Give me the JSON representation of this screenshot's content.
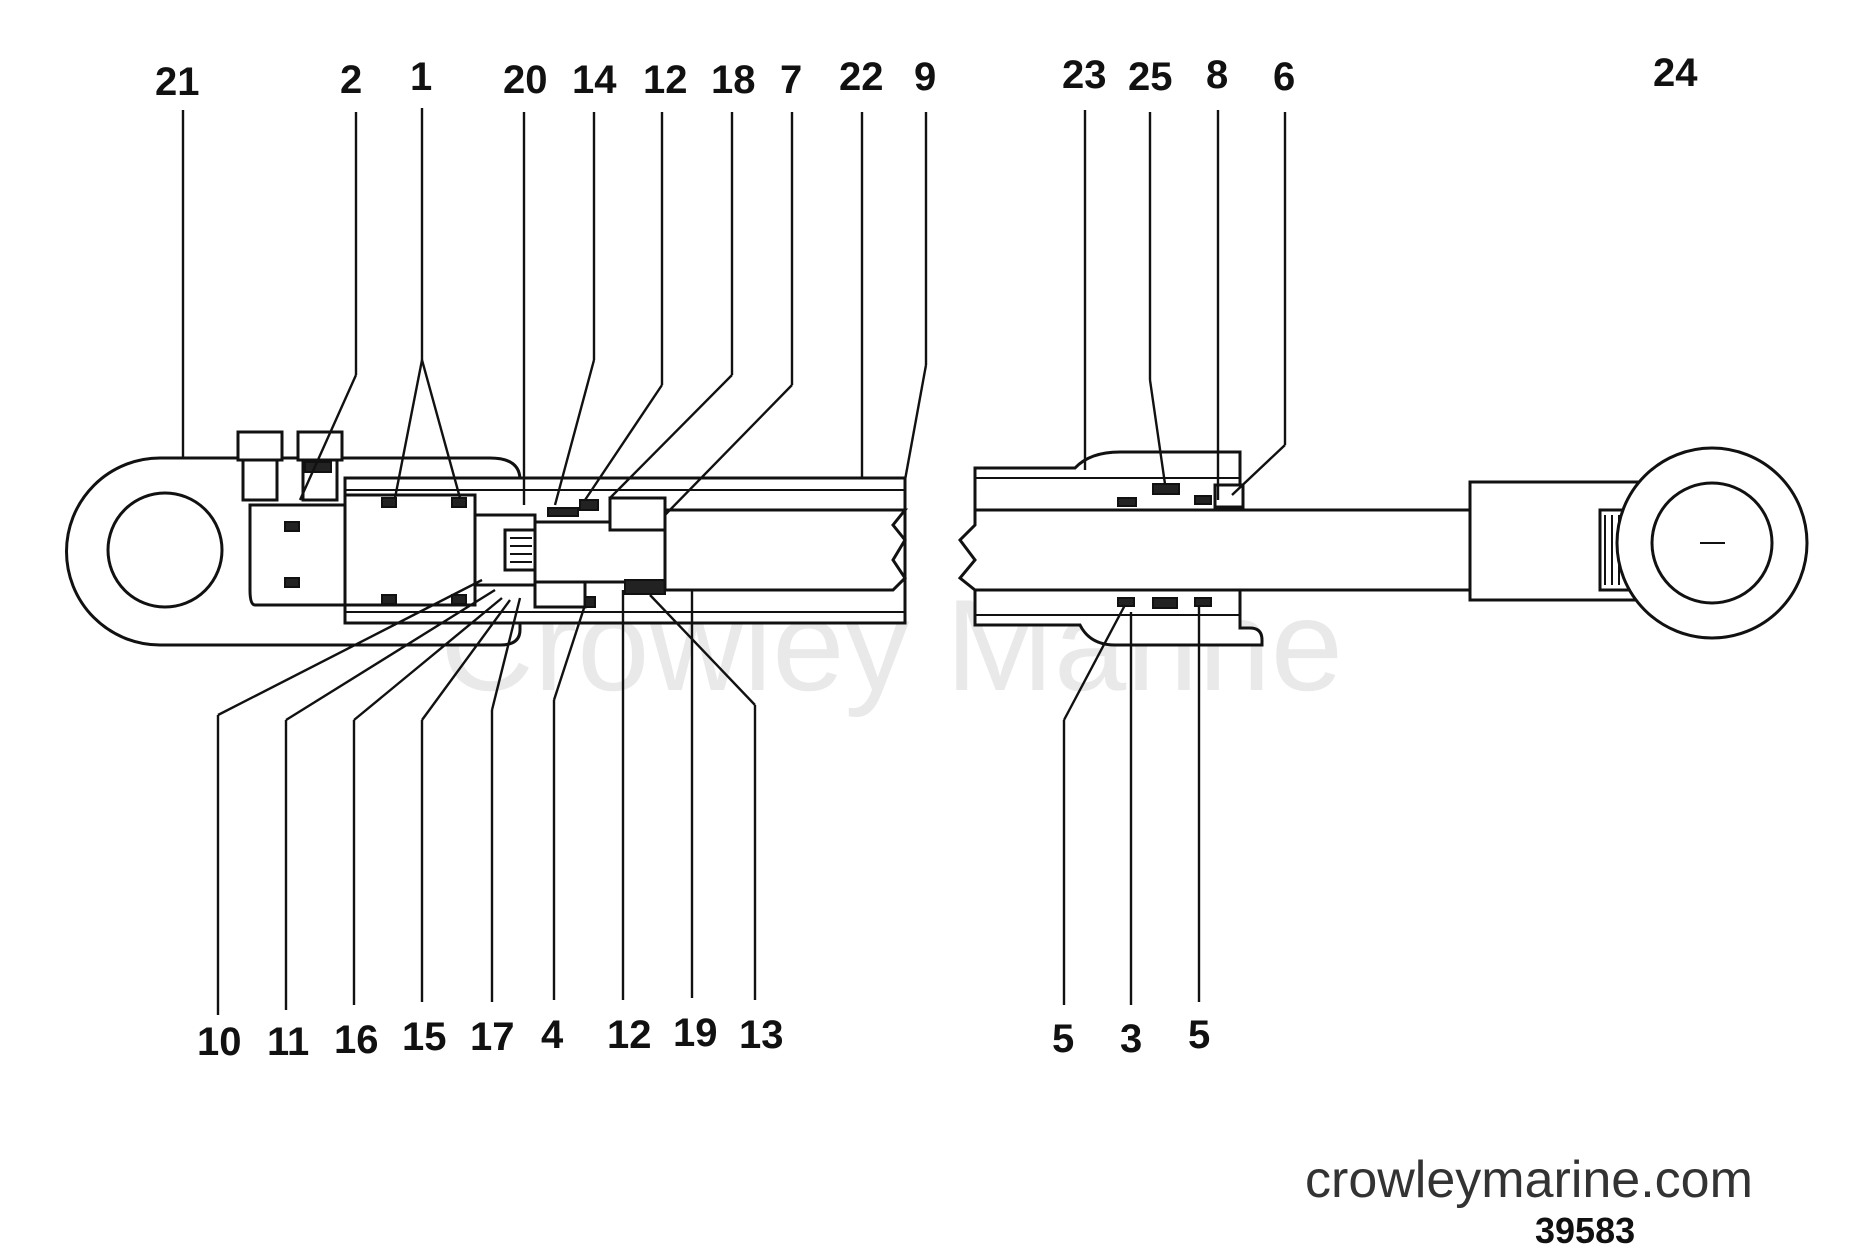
{
  "callouts_top": [
    "21",
    "2",
    "1",
    "20",
    "14",
    "12",
    "18",
    "7",
    "22",
    "9",
    "23",
    "25",
    "8",
    "6",
    "24"
  ],
  "callouts_bottom": [
    "10",
    "11",
    "16",
    "15",
    "17",
    "4",
    "12",
    "19",
    "13",
    "5",
    "3",
    "5"
  ],
  "watermark": "Crowley Marine",
  "site": "crowleymarine.com",
  "diagram_number": "39583"
}
